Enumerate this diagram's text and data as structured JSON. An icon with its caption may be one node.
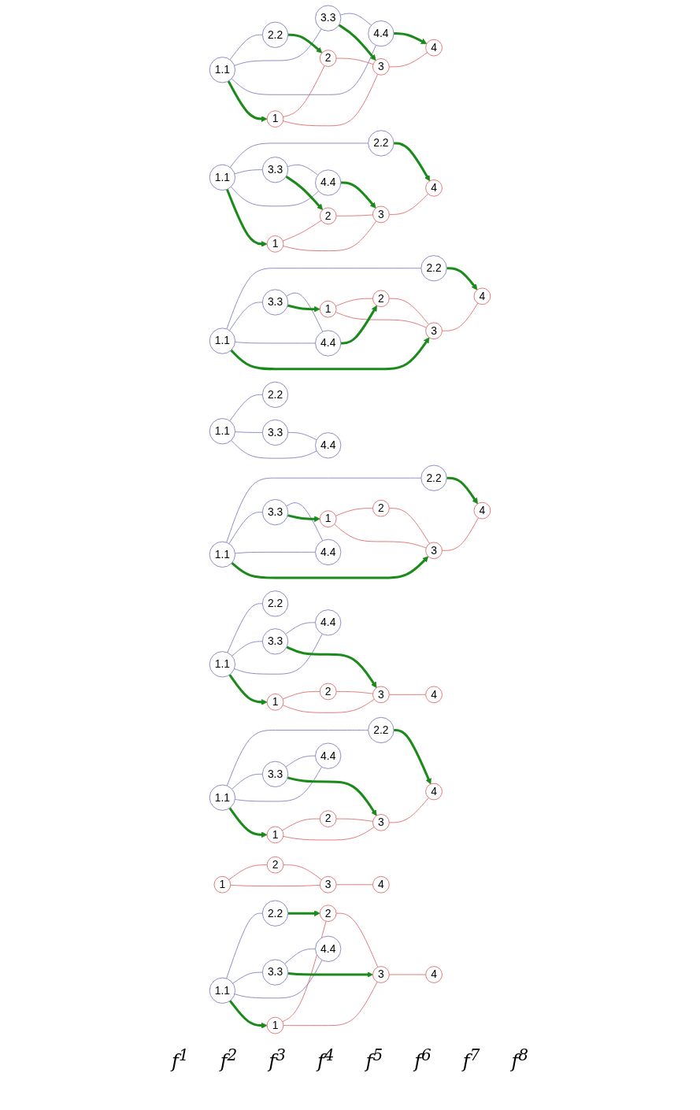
{
  "diagram": {
    "nodes": [
      {
        "text": [
          "1"
        ]
      },
      {
        "text": [
          "2"
        ]
      },
      {
        "text": [
          "3"
        ]
      },
      {
        "text": [
          "4"
        ]
      },
      {
        "text": [
          "1.1"
        ]
      },
      {
        "text": [
          "2.2"
        ]
      },
      {
        "text": [
          "3.3"
        ]
      },
      {
        "text": [
          "4.4"
        ]
      },
      {
        "text": [
          "1"
        ]
      },
      {
        "text": [
          "2"
        ]
      },
      {
        "text": [
          "3"
        ]
      },
      {
        "text": [
          "4"
        ]
      },
      {
        "text": [
          "1.1"
        ]
      },
      {
        "text": [
          "2.2"
        ]
      },
      {
        "text": [
          "3.3"
        ]
      },
      {
        "text": [
          "4.4"
        ]
      },
      {
        "text": [
          "1"
        ]
      },
      {
        "text": [
          "2"
        ]
      },
      {
        "text": [
          "3"
        ]
      },
      {
        "text": [
          "4"
        ]
      },
      {
        "text": [
          "1.1"
        ]
      },
      {
        "text": [
          "2.2"
        ]
      },
      {
        "text": [
          "3.3"
        ]
      },
      {
        "text": [
          "4.4"
        ]
      },
      {
        "text": [
          "1"
        ]
      },
      {
        "text": [
          "2"
        ]
      },
      {
        "text": [
          "3"
        ]
      },
      {
        "text": [
          "4"
        ]
      },
      {
        "text": [
          "1.1"
        ]
      },
      {
        "text": [
          "2.2"
        ]
      },
      {
        "text": [
          "3.3"
        ]
      },
      {
        "text": [
          "4.4"
        ]
      },
      {
        "text": [
          "1"
        ]
      },
      {
        "text": [
          "2"
        ]
      },
      {
        "text": [
          "3"
        ]
      },
      {
        "text": [
          "4"
        ]
      },
      {
        "text": [
          "1.1"
        ]
      },
      {
        "text": [
          "2.2"
        ]
      },
      {
        "text": [
          "3.3"
        ]
      },
      {
        "text": [
          "4.4"
        ]
      },
      {
        "text": [
          "1"
        ]
      },
      {
        "text": [
          "2"
        ]
      },
      {
        "text": [
          "3"
        ]
      },
      {
        "text": [
          "4"
        ]
      },
      {
        "text": [
          "1.1"
        ]
      },
      {
        "text": [
          "2.2"
        ]
      },
      {
        "text": [
          "3.3"
        ]
      },
      {
        "text": [
          "4.4"
        ]
      },
      {
        "text": [
          "1"
        ]
      },
      {
        "text": [
          "2"
        ]
      },
      {
        "text": [
          "3"
        ]
      },
      {
        "text": [
          "4"
        ]
      },
      {
        "text": [
          "1.1"
        ]
      },
      {
        "text": [
          "2.2"
        ]
      },
      {
        "text": [
          "3.3"
        ]
      },
      {
        "text": [
          "4.4"
        ]
      },
      {
        "text": [
          "1"
        ]
      },
      {
        "text": [
          "2"
        ]
      },
      {
        "text": [
          "3"
        ]
      },
      {
        "text": [
          "4"
        ]
      },
      {
        "text": [
          "1.1"
        ]
      },
      {
        "text": [
          "2.2"
        ]
      },
      {
        "text": [
          "3.3"
        ]
      },
      {
        "text": [
          "4.4"
        ]
      }
    ],
    "edges": [
      {
        "from": 0,
        "to": 1,
        "arrow": "none",
        "color": "#e06666"
      },
      {
        "from": 0,
        "to": 2,
        "arrow": "none",
        "color": "#e06666"
      },
      {
        "from": 1,
        "to": 2,
        "arrow": "none",
        "color": "#e06666"
      },
      {
        "from": 2,
        "to": 3,
        "arrow": "none",
        "color": "#e06666"
      },
      {
        "from": 4,
        "to": 5,
        "arrow": "none",
        "color": "#7b7bc0"
      },
      {
        "from": 4,
        "to": 6,
        "arrow": "none",
        "color": "#7b7bc0"
      },
      {
        "from": 4,
        "to": 7,
        "arrow": "none",
        "color": "#7b7bc0"
      },
      {
        "from": 6,
        "to": 7,
        "arrow": "none",
        "color": "#7b7bc0"
      },
      {
        "from": 4,
        "to": 0,
        "arrow": "to",
        "style": "thick",
        "color": "#1a8a1a"
      },
      {
        "from": 7,
        "to": 3,
        "arrow": "to",
        "style": "thick",
        "color": "#1a8a1a"
      },
      {
        "from": 5,
        "to": 1,
        "arrow": "to",
        "style": "thick",
        "color": "#1a8a1a"
      },
      {
        "from": 6,
        "to": 2,
        "arrow": "to",
        "style": "thick",
        "color": "#1a8a1a"
      },
      {
        "from": 8,
        "to": 9,
        "arrow": "none",
        "color": "#e06666"
      },
      {
        "from": 8,
        "to": 10,
        "arrow": "none",
        "color": "#e06666"
      },
      {
        "from": 9,
        "to": 10,
        "arrow": "none",
        "color": "#e06666"
      },
      {
        "from": 10,
        "to": 11,
        "arrow": "none",
        "color": "#e06666"
      },
      {
        "from": 12,
        "to": 13,
        "arrow": "none",
        "color": "#7b7bc0"
      },
      {
        "from": 12,
        "to": 14,
        "arrow": "none",
        "color": "#7b7bc0"
      },
      {
        "from": 12,
        "to": 15,
        "arrow": "none",
        "color": "#7b7bc0"
      },
      {
        "from": 14,
        "to": 15,
        "arrow": "none",
        "color": "#7b7bc0"
      },
      {
        "from": 12,
        "to": 8,
        "arrow": "to",
        "style": "thick",
        "color": "#1a8a1a"
      },
      {
        "from": 13,
        "to": 11,
        "arrow": "to",
        "style": "thick",
        "color": "#1a8a1a"
      },
      {
        "from": 15,
        "to": 10,
        "arrow": "to",
        "style": "thick",
        "color": "#1a8a1a"
      },
      {
        "from": 14,
        "to": 9,
        "arrow": "to",
        "style": "thick",
        "color": "#1a8a1a"
      },
      {
        "from": 16,
        "to": 17,
        "arrow": "none",
        "color": "#e06666"
      },
      {
        "from": 16,
        "to": 18,
        "arrow": "none",
        "color": "#e06666"
      },
      {
        "from": 17,
        "to": 18,
        "arrow": "none",
        "color": "#e06666"
      },
      {
        "from": 18,
        "to": 19,
        "arrow": "none",
        "color": "#e06666"
      },
      {
        "from": 20,
        "to": 21,
        "arrow": "none",
        "color": "#7b7bc0"
      },
      {
        "from": 20,
        "to": 22,
        "arrow": "none",
        "color": "#7b7bc0"
      },
      {
        "from": 20,
        "to": 23,
        "arrow": "none",
        "color": "#7b7bc0"
      },
      {
        "from": 22,
        "to": 23,
        "arrow": "none",
        "color": "#7b7bc0"
      },
      {
        "from": 20,
        "to": 18,
        "arrow": "to",
        "style": "thick",
        "color": "#1a8a1a"
      },
      {
        "from": 22,
        "to": 16,
        "arrow": "to",
        "style": "thick",
        "color": "#1a8a1a"
      },
      {
        "from": 21,
        "to": 19,
        "arrow": "to",
        "style": "thick",
        "color": "#1a8a1a"
      },
      {
        "from": 23,
        "to": 17,
        "arrow": "to",
        "style": "thick",
        "color": "#1a8a1a"
      },
      {
        "from": 24,
        "to": 25,
        "arrow": "none",
        "color": "#e06666"
      },
      {
        "from": 24,
        "to": 26,
        "arrow": "none",
        "color": "#e06666"
      },
      {
        "from": 25,
        "to": 26,
        "arrow": "none",
        "color": "#e06666"
      },
      {
        "from": 26,
        "to": 27,
        "arrow": "none",
        "color": "#e06666"
      },
      {
        "from": 28,
        "to": 29,
        "arrow": "none",
        "color": "#7b7bc0"
      },
      {
        "from": 28,
        "to": 30,
        "arrow": "none",
        "color": "#7b7bc0"
      },
      {
        "from": 28,
        "to": 31,
        "arrow": "none",
        "color": "#7b7bc0"
      },
      {
        "from": 30,
        "to": 31,
        "arrow": "none",
        "color": "#7b7bc0"
      },
      {
        "from": 28,
        "to": 26,
        "arrow": "to",
        "style": "thick",
        "color": "#1a8a1a"
      },
      {
        "from": 30,
        "to": 24,
        "arrow": "to",
        "style": "thick",
        "color": "#1a8a1a"
      },
      {
        "from": 29,
        "to": 27,
        "arrow": "to",
        "style": "thick",
        "color": "#1a8a1a"
      },
      {
        "from": 32,
        "to": 33,
        "arrow": "none",
        "color": "#e06666"
      },
      {
        "from": 32,
        "to": 34,
        "arrow": "none",
        "color": "#e06666"
      },
      {
        "from": 33,
        "to": 34,
        "arrow": "none",
        "color": "#e06666"
      },
      {
        "from": 34,
        "to": 35,
        "arrow": "none",
        "color": "#e06666"
      },
      {
        "from": 36,
        "to": 37,
        "arrow": "none",
        "color": "#7b7bc0"
      },
      {
        "from": 36,
        "to": 38,
        "arrow": "none",
        "color": "#7b7bc0"
      },
      {
        "from": 36,
        "to": 39,
        "arrow": "none",
        "color": "#7b7bc0"
      },
      {
        "from": 38,
        "to": 39,
        "arrow": "none",
        "color": "#7b7bc0"
      },
      {
        "from": 36,
        "to": 32,
        "arrow": "to",
        "style": "thick",
        "color": "#1a8a1a"
      },
      {
        "from": 37,
        "to": 35,
        "arrow": "to",
        "style": "thick",
        "color": "#1a8a1a"
      },
      {
        "from": 38,
        "to": 34,
        "arrow": "to",
        "style": "thick",
        "color": "#1a8a1a"
      },
      {
        "from": 40,
        "to": 41,
        "arrow": "none",
        "color": "#e06666"
      },
      {
        "from": 40,
        "to": 42,
        "arrow": "none",
        "color": "#e06666"
      },
      {
        "from": 41,
        "to": 42,
        "arrow": "none",
        "color": "#e06666"
      },
      {
        "from": 42,
        "to": 43,
        "arrow": "none",
        "color": "#e06666"
      },
      {
        "from": 44,
        "to": 45,
        "arrow": "none",
        "color": "#7b7bc0"
      },
      {
        "from": 44,
        "to": 46,
        "arrow": "none",
        "color": "#7b7bc0"
      },
      {
        "from": 44,
        "to": 47,
        "arrow": "none",
        "color": "#7b7bc0"
      },
      {
        "from": 46,
        "to": 47,
        "arrow": "none",
        "color": "#7b7bc0"
      },
      {
        "from": 44,
        "to": 40,
        "arrow": "to",
        "style": "thick",
        "color": "#1a8a1a"
      },
      {
        "from": 46,
        "to": 42,
        "arrow": "to",
        "style": "thick",
        "color": "#1a8a1a"
      },
      {
        "from": 48,
        "to": 49,
        "arrow": "none",
        "color": "#e06666"
      },
      {
        "from": 48,
        "to": 50,
        "arrow": "none",
        "color": "#e06666"
      },
      {
        "from": 49,
        "to": 50,
        "arrow": "none",
        "color": "#e06666"
      },
      {
        "from": 50,
        "to": 51,
        "arrow": "none",
        "color": "#e06666"
      },
      {
        "from": 52,
        "to": 53,
        "arrow": "none",
        "color": "#7b7bc0"
      },
      {
        "from": 52,
        "to": 54,
        "arrow": "none",
        "color": "#7b7bc0"
      },
      {
        "from": 52,
        "to": 55,
        "arrow": "none",
        "color": "#7b7bc0"
      },
      {
        "from": 54,
        "to": 55,
        "arrow": "none",
        "color": "#7b7bc0"
      },
      {
        "from": 52,
        "to": 48,
        "arrow": "to",
        "style": "thick",
        "color": "#1a8a1a"
      },
      {
        "from": 53,
        "to": 49,
        "arrow": "to",
        "style": "thick",
        "color": "#1a8a1a"
      },
      {
        "from": 54,
        "to": 50,
        "arrow": "to",
        "style": "thick",
        "color": "#1a8a1a"
      },
      {
        "from": 56,
        "to": 57,
        "arrow": "none",
        "color": "#e06666"
      },
      {
        "from": 56,
        "to": 58,
        "arrow": "none",
        "color": "#e06666"
      },
      {
        "from": 57,
        "to": 58,
        "arrow": "none",
        "color": "#e06666"
      },
      {
        "from": 58,
        "to": 59,
        "arrow": "none",
        "color": "#e06666"
      },
      {
        "from": 60,
        "to": 61,
        "arrow": "none",
        "color": "#7b7bc0"
      },
      {
        "from": 60,
        "to": 62,
        "arrow": "none",
        "color": "#7b7bc0"
      },
      {
        "from": 60,
        "to": 63,
        "arrow": "none",
        "color": "#7b7bc0"
      },
      {
        "from": 62,
        "to": 63,
        "arrow": "none",
        "color": "#7b7bc0"
      }
    ],
    "labels": [
      "f$^{1}$",
      "f$^{2}$",
      "f$^{3}$",
      "f$^{4}$",
      "f$^{5}$",
      "f$^{6}$",
      "f$^{7}$",
      "f$^{8}$"
    ]
  }
}
